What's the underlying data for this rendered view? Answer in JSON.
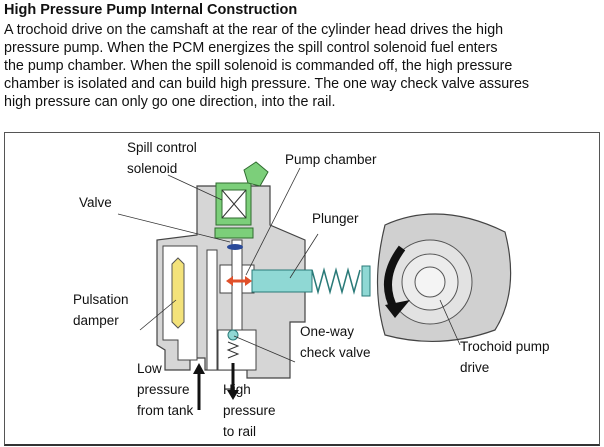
{
  "heading": "High Pressure Pump Internal Construction",
  "paragraph_lines": [
    "A trochoid drive on the camshaft at the rear of the cylinder head drives the high",
    "pressure pump.  When the PCM energizes the spill control solenoid fuel enters",
    "the pump chamber.  When the spill solenoid is commanded off, the high pressure",
    "chamber is isolated and can build high pressure.  The one way check valve assures",
    "high pressure can only go one direction, into the rail."
  ],
  "diagram": {
    "labels": {
      "spill_control_solenoid": [
        "Spill control",
        "solenoid"
      ],
      "pump_chamber": "Pump chamber",
      "valve": "Valve",
      "plunger": "Plunger",
      "pulsation_damper": [
        "Pulsation",
        "damper"
      ],
      "one_way_check_valve": [
        "One-way",
        "check valve"
      ],
      "trochoid_pump_drive": [
        "Trochoid pump",
        "drive"
      ],
      "low_pressure_from_tank": [
        "Low",
        "pressure",
        "from tank"
      ],
      "high_pressure_to_rail": [
        "High",
        "pressure",
        "to rail"
      ]
    },
    "colors": {
      "body": "#d6d6d6",
      "solenoid": "#7ccf7a",
      "plunger": "#8fd8d4",
      "damper": "#f3e27a",
      "arrow": "#e0502a"
    }
  }
}
